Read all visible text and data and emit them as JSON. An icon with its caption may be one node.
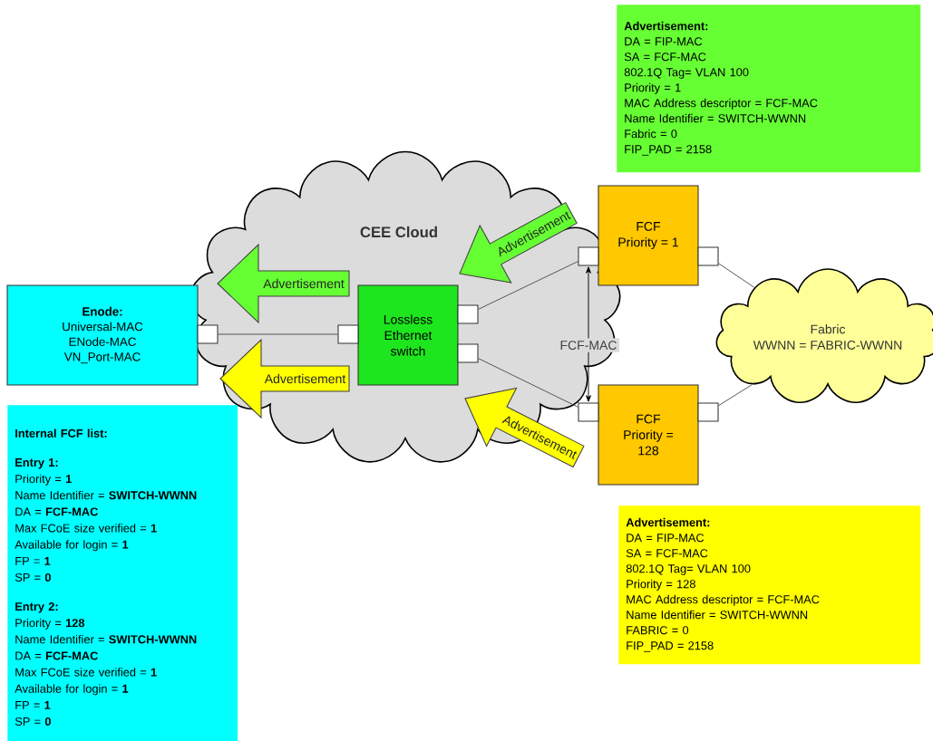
{
  "diagram": {
    "nodes": [
      {
        "text": [
          "CEE Cloud"
        ]
      },
      {
        "text": [
          "Enode:",
          "Universal-MAC",
          "ENode-MAC",
          "VN_Port-MAC"
        ]
      },
      {
        "text": [
          "Lossless Ethernet switch"
        ],
        "in": 0
      },
      {
        "text": [
          "FCF",
          "Priority = 1"
        ]
      },
      {
        "text": [
          "FCF",
          "Priority = 128"
        ]
      },
      {
        "text": [
          "Fabric",
          "WWNN = FABRIC-WWNN"
        ]
      },
      {
        "text": [
          "Advertisement:",
          "DA = FIP-MAC",
          "SA = FCF-MAC",
          "802.1Q Tag= VLAN 100",
          "Priority = 1",
          "MAC Address descriptor = FCF-MAC",
          "Name Identifier = SWITCH-WWNN",
          "Fabric = 0",
          "FIP_PAD = 2158"
        ]
      },
      {
        "text": [
          "Advertisement:",
          "DA = FIP-MAC",
          "SA = FCF-MAC",
          "802.1Q Tag= VLAN 100",
          "Priority = 128",
          "MAC Address descriptor = FCF-MAC",
          "Name Identifier = SWITCH-WWNN",
          "FABRIC = 0",
          "FIP_PAD = 2158"
        ]
      },
      {
        "text": [
          "Internal FCF list:",
          "Entry 1:",
          "Priority = **1**",
          "Name Identifier = **SWITCH-WWNN**",
          "DA = **FCF-MAC**",
          "Max FCoE size verified = **1**",
          "Available for login = **1**",
          "FP = **1**",
          "SP = **0**",
          "Entry 2:",
          "Priority = **128**",
          "Name Identifier = **SWITCH-WWNN**",
          "DA = **FCF-MAC**",
          "Max FCoE size verified = **1**",
          "Available for login = **1**",
          "FP = **1**",
          "SP = **0**"
        ]
      },
      {
        "text": [],
        "shape": "box",
        "in": 0
      },
      {
        "text": [],
        "shape": "box",
        "in": 0
      },
      {
        "text": [],
        "shape": "box",
        "in": 0
      },
      {
        "text": [],
        "shape": "box",
        "in": 0
      },
      {
        "text": [],
        "shape": "box",
        "in": 0
      },
      {
        "text": [],
        "shape": "box"
      },
      {
        "text": [],
        "shape": "box"
      },
      {
        "text": [],
        "shape": "box"
      }
    ],
    "edges": [
      {
        "from": 9,
        "to": 10,
        "arrow": "none"
      },
      {
        "from": 11,
        "to": 13,
        "arrow": "none"
      },
      {
        "from": 12,
        "to": 15,
        "arrow": "none"
      },
      {
        "from": 14,
        "to": 5,
        "arrow": "none"
      },
      {
        "from": 16,
        "to": 5,
        "arrow": "none"
      },
      {
        "from": 13,
        "to": 15,
        "arrow": "both",
        "label": "FCF-MAC",
        "color": "#000000"
      },
      {
        "from": 2,
        "to": 1,
        "arrow": "to",
        "label": "Advertisement",
        "style": "thick",
        "color": "#66ff33"
      },
      {
        "from": 2,
        "to": 1,
        "arrow": "to",
        "label": "Advertisement",
        "style": "thick",
        "color": "#ffff00"
      },
      {
        "from": 3,
        "to": 2,
        "arrow": "to",
        "label": "Advertisement",
        "style": "thick",
        "color": "#66ff33"
      },
      {
        "from": 4,
        "to": 2,
        "arrow": "to",
        "label": "Advertisement",
        "style": "thick",
        "color": "#ffff00"
      }
    ]
  }
}
